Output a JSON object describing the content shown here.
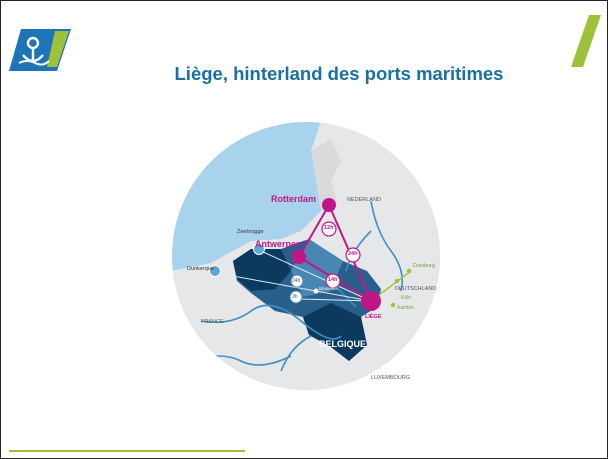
{
  "slide": {
    "title": "Liège, hinterland des ports maritimes"
  },
  "map": {
    "places": {
      "rotterdam": "Rotterdam",
      "antwerpen": "Antwerpen",
      "zeebrugge": "Zeebrugge",
      "dunkerque": "Dunkerque",
      "nederland": "NEDERLAND",
      "deutschland": "DEUTSCHLAND",
      "france": "FRANCE",
      "belgique": "BELGIQUE",
      "luxembourg": "LUXEMBOURG",
      "liege": "LIÈGE",
      "duisburg": "Duisburg",
      "koln": "Köln",
      "aachen": "Aachen",
      "bruxelles": "Bruxelles"
    },
    "durations": {
      "rotterdam_liege": "24h",
      "rotterdam_antwerpen": "12h",
      "antwerpen_liege": "14h",
      "bruxelles_a": "24h",
      "bruxelles_b": "3h"
    },
    "colors": {
      "sea": "#a9d3ec",
      "land": "#e6e7e8",
      "belgium_dark": "#0b3a5e",
      "belgium_mid": "#2a5f8c",
      "belgium_light": "#4a86b3",
      "river": "#3d8fc4",
      "magenta": "#c0168a",
      "green": "#9dc13b"
    }
  },
  "footer": {
    "accent_color": "#9dc13b"
  }
}
